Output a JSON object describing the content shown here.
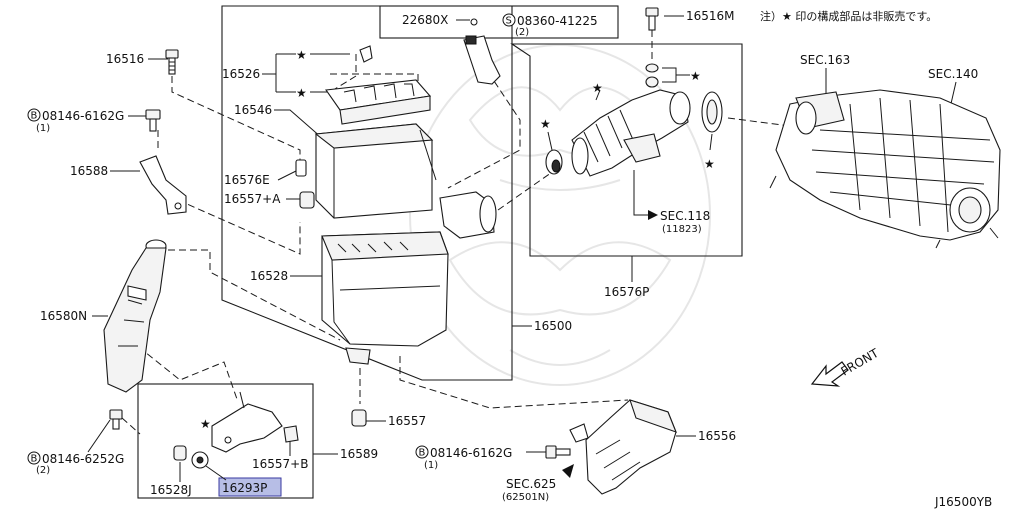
{
  "note": "注）★ 印の構成部品は非販売です。",
  "drawing_code": "J16500YB",
  "front_label": "FRONT",
  "highlight": {
    "color": "#b7bee6",
    "part": "16293P"
  },
  "labels": {
    "p22680x": "22680X",
    "p08360": "08360-41225",
    "p08360_qty": "(2)",
    "p16516m": "16516M",
    "p16516": "16516",
    "p08146_6162g_top": "08146-6162G",
    "p08146_6162g_top_qty": "(1)",
    "p16526": "16526",
    "p16546": "16546",
    "p16576e": "16576E",
    "p16557a": "16557+A",
    "p16588": "16588",
    "p16528": "16528",
    "p16580n": "16580N",
    "p16500": "16500",
    "p16557": "16557",
    "p08146_6252g": "08146-6252G",
    "p08146_6252g_qty": "(2)",
    "p16557b": "16557+B",
    "p16589": "16589",
    "p16528j": "16528J",
    "p16293p": "16293P",
    "p08146_6162g_bot": "08146-6162G",
    "p08146_6162g_bot_qty": "(1)",
    "p16556": "16556",
    "sec625": "SEC.625",
    "sec625_sub": "(62501N)",
    "sec163": "SEC.163",
    "sec140": "SEC.140",
    "sec118": "SEC.118",
    "sec118_sub": "(11823)",
    "p16576p": "16576P"
  },
  "symbols": {
    "star": "★",
    "bolt_circle": "B",
    "stud_circle": "S"
  }
}
